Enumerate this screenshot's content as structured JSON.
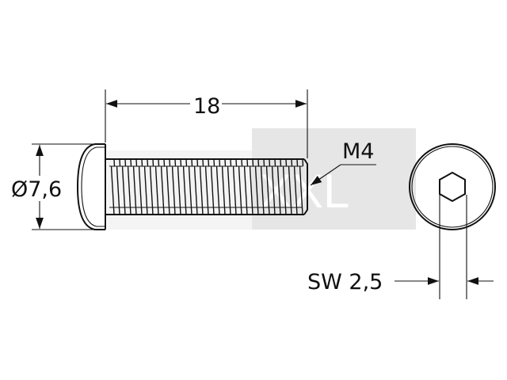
{
  "drawing": {
    "dimensions": {
      "length": "18",
      "head_diameter": "Ø7,6",
      "thread": "M4",
      "wrench_size": "SW 2,5"
    },
    "watermark": {
      "brand": "XXL",
      "background_color": "#e6e6e6"
    },
    "colors": {
      "line": "#111111",
      "background": "#ffffff"
    },
    "icons": {
      "socket": "hexagon-socket-icon"
    }
  }
}
